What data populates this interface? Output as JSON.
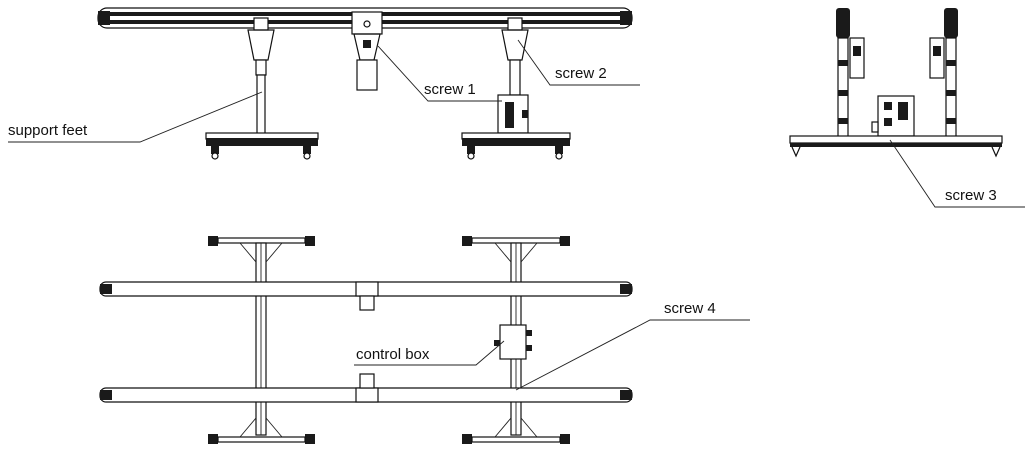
{
  "labels": {
    "support_feet": "support feet",
    "screw_1": "screw 1",
    "screw_2": "screw 2",
    "screw_3": "screw 3",
    "screw_4": "screw 4",
    "control_box": "control box"
  }
}
